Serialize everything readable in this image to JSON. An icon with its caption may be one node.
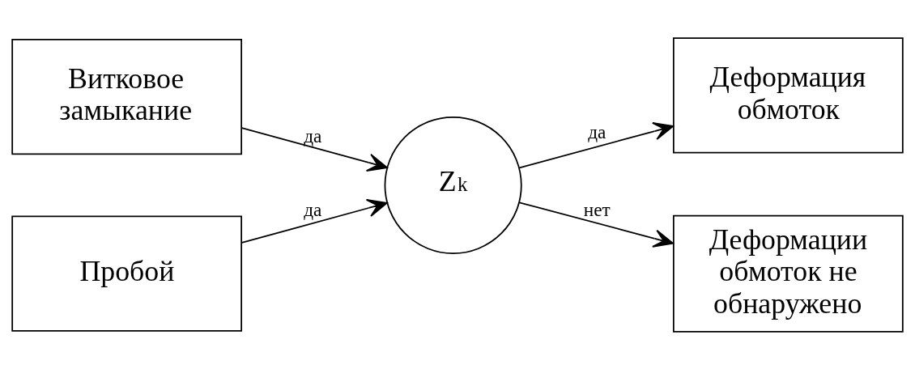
{
  "diagram": {
    "nodes": [
      {
        "text": [
          "Витковое замыкание"
        ]
      },
      {
        "text": [
          "Пробой"
        ]
      },
      {
        "text": [
          "Z$_{k}$"
        ]
      },
      {
        "text": [
          "Деформация обмоток"
        ]
      },
      {
        "text": [
          "Деформации обмоток не обнаружено"
        ]
      }
    ],
    "edges": [
      {
        "from": 0,
        "to": 2,
        "arrow": "to",
        "label": "да"
      },
      {
        "from": 1,
        "to": 2,
        "arrow": "to",
        "label": "да"
      },
      {
        "from": 2,
        "to": 3,
        "arrow": "to",
        "label": "да"
      },
      {
        "from": 2,
        "to": 4,
        "arrow": "to",
        "label": "нет"
      }
    ]
  }
}
